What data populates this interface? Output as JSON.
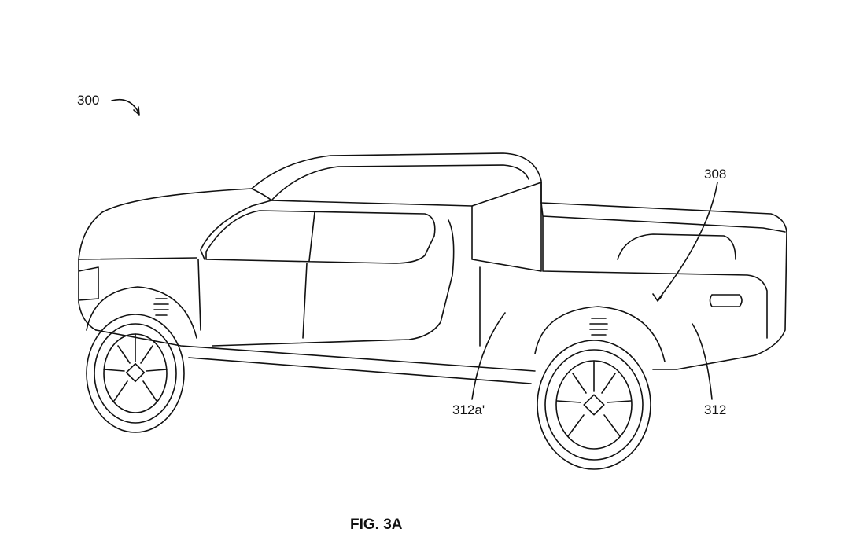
{
  "figure": {
    "caption": "FIG. 3A",
    "reference_labels": {
      "vehicle": "300",
      "bed": "308",
      "side_panel_front": "312a'",
      "side_panel": "312"
    }
  }
}
